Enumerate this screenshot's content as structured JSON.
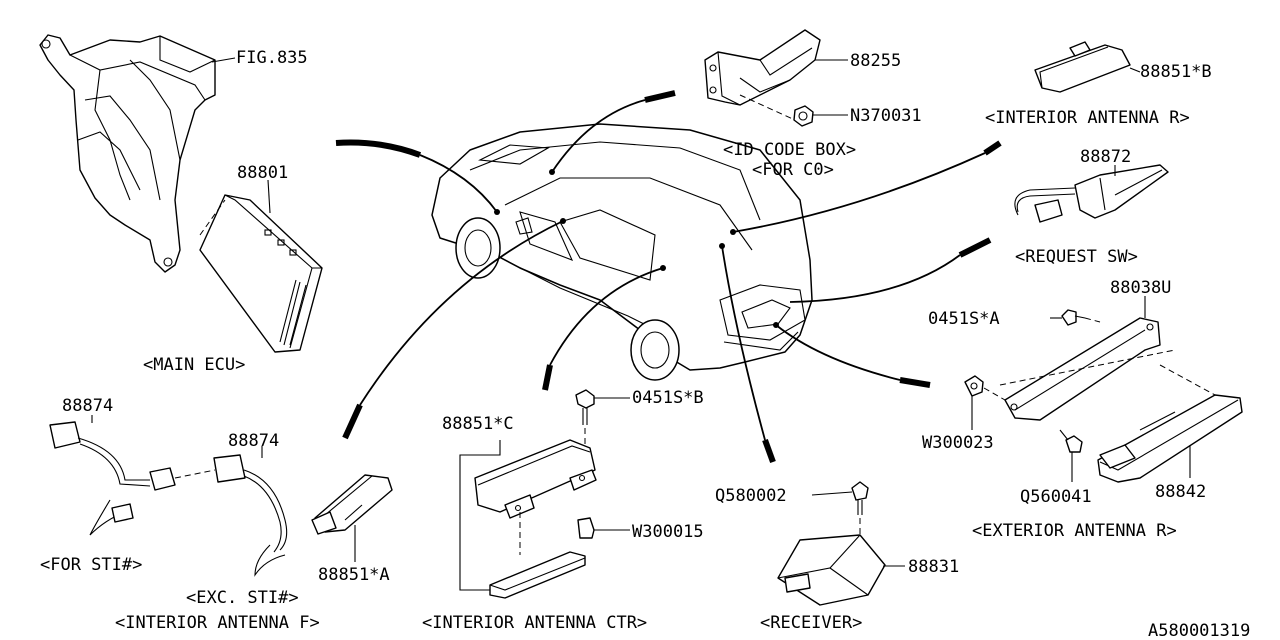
{
  "labels": {
    "fig835": "FIG.835",
    "p88801": "88801",
    "main_ecu": "<MAIN ECU>",
    "p88255": "88255",
    "n370031": "N370031",
    "id_code_box": "<ID CODE BOX>",
    "for_c0": "<FOR C0>",
    "p88851b": "88851*B",
    "interior_antenna_r": "<INTERIOR ANTENNA R>",
    "p88872": "88872",
    "request_sw": "<REQUEST SW>",
    "p88038u": "88038U",
    "s0451a": "0451S*A",
    "w300023": "W300023",
    "q560041": "Q560041",
    "p88842": "88842",
    "exterior_antenna_r": "<EXTERIOR ANTENNA R>",
    "p88874_left": "88874",
    "for_sti": "<FOR STI#>",
    "p88874_right": "88874",
    "exc_sti": "<EXC. STI#>",
    "p88851a": "88851*A",
    "interior_antenna_f": "<INTERIOR ANTENNA F>",
    "s0451b": "0451S*B",
    "p88851c": "88851*C",
    "w300015": "W300015",
    "interior_antenna_ctr": "<INTERIOR ANTENNA CTR>",
    "q580002": "Q580002",
    "p88831": "88831",
    "receiver": "<RECEIVER>",
    "figure_id": "A580001319"
  }
}
